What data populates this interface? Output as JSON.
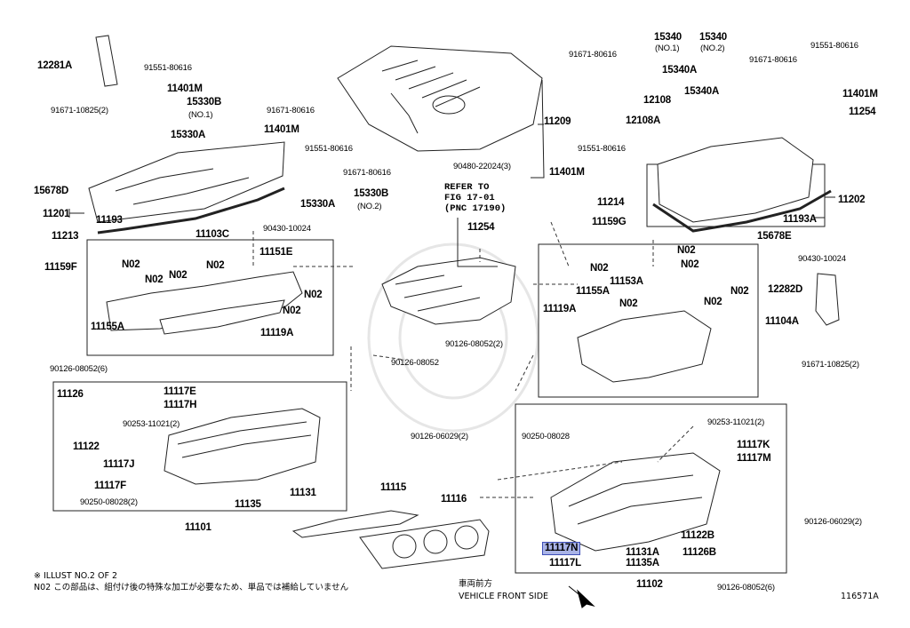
{
  "diagram": {
    "catalog_id": "116571A",
    "highlight_part": "11117N",
    "notes": {
      "illust": "※  ILLUST NO.2 OF 2",
      "n02": "N02  この部品は、組付け後の特殊な加工が必要なため、単品では補給していません"
    },
    "front_side": {
      "jp": "車両前方",
      "en": "VEHICLE FRONT SIDE"
    },
    "refer_lines": [
      "REFER TO",
      "FIG 17-01",
      "(PNC 17190)"
    ],
    "labels": {
      "p12281A": "12281A",
      "p91551_80616a": "91551-80616",
      "p11401Ma": "11401M",
      "p91671_10825a": "91671-10825(2)",
      "p15330B": "15330B",
      "p15330B_n1": "(NO.1)",
      "p91671_80616a": "91671-80616",
      "p15330Aa": "15330A",
      "p11401Mb": "11401M",
      "p91551_80616b": "91551-80616",
      "p91671_80616b": "91671-80616",
      "p15678Da": "15678D",
      "p11201": "11201",
      "p11193": "11193",
      "p15330Ab": "15330A",
      "p15330Bb": "15330B",
      "p15330B_n2": "(NO.2)",
      "p11213": "11213",
      "p90430_10024a": "90430-10024",
      "p11103C": "11103C",
      "p11151E": "11151E",
      "p11159Fa": "11159F",
      "pN02a": "N02",
      "pN02b": "N02",
      "pN02c": "N02",
      "pN02d": "N02",
      "pN02e": "N02",
      "pN02f": "N02",
      "p11155Aa": "11155A",
      "p11119Aa": "11119A",
      "p11209": "11209",
      "p90480": "90480-22024(3)",
      "p11254a": "11254",
      "p90126_08052_6a": "90126-08052(6)",
      "p90126_08052a": "90126-08052",
      "p11126a": "11126",
      "p11117E": "11117E",
      "p11117H": "11117H",
      "p90253a": "90253-11021(2)",
      "p11122a": "11122",
      "p11117J": "11117J",
      "p11117F": "11117F",
      "p90250a": "90250-08028(2)",
      "p11135a": "11135",
      "p11131a": "11131",
      "p11101": "11101",
      "p11115": "11115",
      "p11116": "11116",
      "p90126_06029a": "90126-06029(2)",
      "p90126_08052_2": "90126-08052(2)",
      "p15340a": "15340",
      "p15340a_n": "(NO.1)",
      "p15340b": "15340",
      "p15340b_n": "(NO.2)",
      "p91671_80616c": "91671-80616",
      "p91551_80616c": "91551-80616",
      "p91671_80616d": "91671-80616",
      "p15340Aa": "15340A",
      "p15340Ab": "15340A",
      "p12108": "12108",
      "p12108A": "12108A",
      "p11401Mc": "11401M",
      "p11254b": "11254",
      "p91551_80616d": "91551-80616",
      "p11401Md": "11401M",
      "p11214": "11214",
      "p11202": "11202",
      "p11159Gb": "11159G",
      "p11193A": "11193A",
      "p15678Eb": "15678E",
      "p90430_10024b": "90430-10024",
      "pN02g": "N02",
      "pN02h": "N02",
      "p11153A": "11153A",
      "pN02i": "N02",
      "p11155Ab": "11155A",
      "pN02j": "N02",
      "pN02k": "N02",
      "pN02l": "N02",
      "p11119Ab": "11119A",
      "p12282D": "12282D",
      "p11104A": "11104A",
      "p91671_10825b": "91671-10825(2)",
      "p90253b": "90253-11021(2)",
      "p90250b": "90250-08028",
      "p11117K": "11117K",
      "p11117M": "11117M",
      "p11117N": "11117N",
      "p11117L": "11117L",
      "p11131Ab": "11131A",
      "p11135Ab": "11135A",
      "p11122B": "11122B",
      "p11126B": "11126B",
      "p11102": "11102",
      "p90126_06029b": "90126-06029(2)",
      "p90126_08052_6b": "90126-08052(6)"
    }
  }
}
